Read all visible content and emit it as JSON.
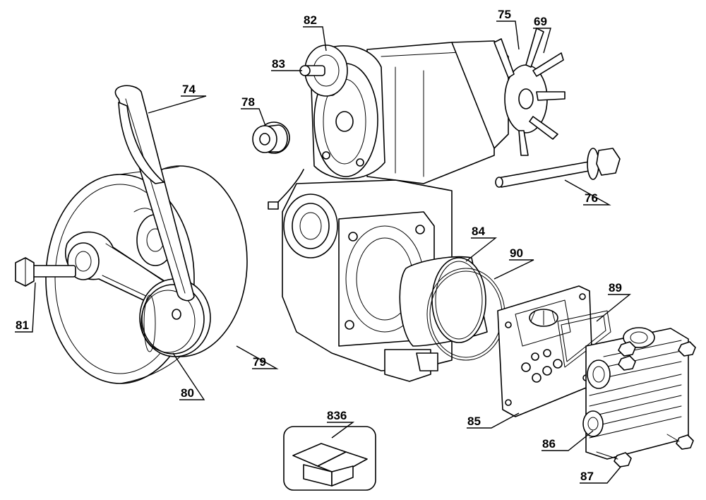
{
  "callouts": {
    "c69": "69",
    "c74": "74",
    "c75": "75",
    "c76": "76",
    "c78": "78",
    "c79": "79",
    "c80": "80",
    "c81": "81",
    "c82": "82",
    "c83": "83",
    "c84": "84",
    "c85": "85",
    "c86": "86",
    "c87": "87",
    "c89": "89",
    "c90": "90",
    "c836": "836"
  }
}
